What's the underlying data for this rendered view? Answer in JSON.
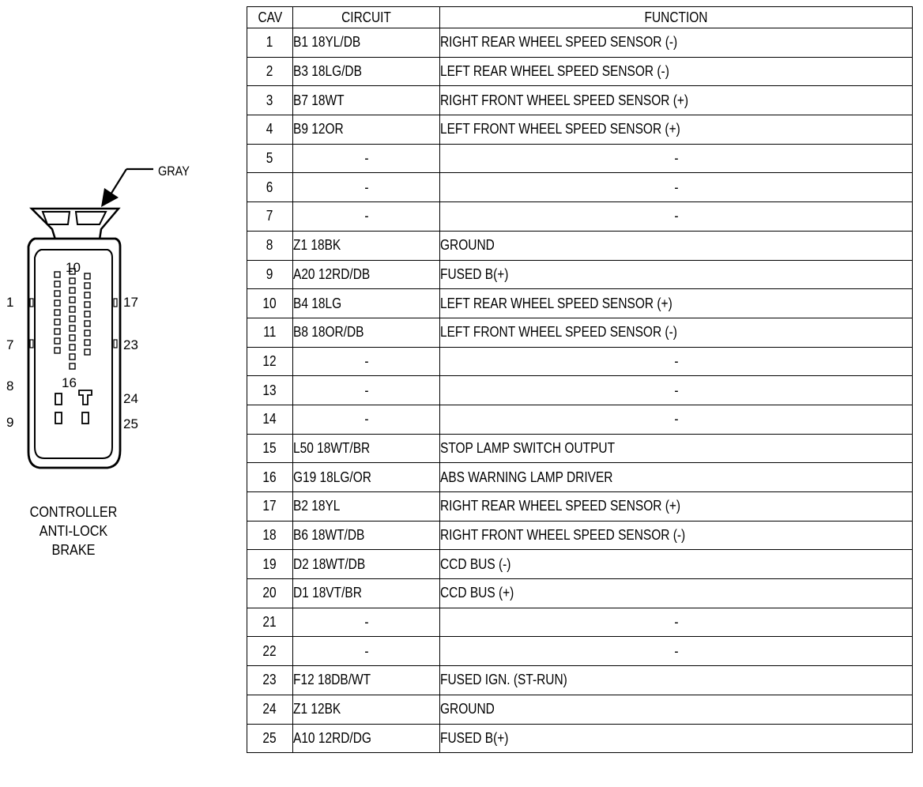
{
  "connector": {
    "color_label": "GRAY",
    "caption": [
      "CONTROLLER",
      "ANTI-LOCK",
      "BRAKE"
    ],
    "pin_labels": {
      "p1": "1",
      "p7": "7",
      "p8": "8",
      "p9": "9",
      "p10": "10",
      "p16": "16",
      "p17": "17",
      "p23": "23",
      "p24": "24",
      "p25": "25"
    }
  },
  "table": {
    "headers": {
      "cav": "CAV",
      "circuit": "CIRCUIT",
      "function": "FUNCTION"
    },
    "rows": [
      {
        "cav": "1",
        "circuit": "B1 18YL/DB",
        "function": "RIGHT REAR WHEEL SPEED SENSOR (-)"
      },
      {
        "cav": "2",
        "circuit": "B3 18LG/DB",
        "function": "LEFT REAR WHEEL SPEED SENSOR (-)"
      },
      {
        "cav": "3",
        "circuit": "B7 18WT",
        "function": "RIGHT FRONT WHEEL SPEED SENSOR (+)"
      },
      {
        "cav": "4",
        "circuit": "B9 12OR",
        "function": "LEFT FRONT WHEEL SPEED SENSOR (+)"
      },
      {
        "cav": "5",
        "circuit": "-",
        "function": "-"
      },
      {
        "cav": "6",
        "circuit": "-",
        "function": "-"
      },
      {
        "cav": "7",
        "circuit": "-",
        "function": "-"
      },
      {
        "cav": "8",
        "circuit": "Z1 18BK",
        "function": "GROUND"
      },
      {
        "cav": "9",
        "circuit": "A20 12RD/DB",
        "function": "FUSED B(+)"
      },
      {
        "cav": "10",
        "circuit": "B4 18LG",
        "function": "LEFT REAR WHEEL SPEED SENSOR (+)"
      },
      {
        "cav": "11",
        "circuit": "B8 18OR/DB",
        "function": "LEFT FRONT WHEEL SPEED SENSOR (-)"
      },
      {
        "cav": "12",
        "circuit": "-",
        "function": "-"
      },
      {
        "cav": "13",
        "circuit": "-",
        "function": "-"
      },
      {
        "cav": "14",
        "circuit": "-",
        "function": "-"
      },
      {
        "cav": "15",
        "circuit": "L50 18WT/BR",
        "function": "STOP LAMP SWITCH OUTPUT"
      },
      {
        "cav": "16",
        "circuit": "G19 18LG/OR",
        "function": "ABS WARNING LAMP DRIVER"
      },
      {
        "cav": "17",
        "circuit": "B2 18YL",
        "function": "RIGHT REAR WHEEL SPEED SENSOR (+)"
      },
      {
        "cav": "18",
        "circuit": "B6 18WT/DB",
        "function": "RIGHT FRONT WHEEL SPEED SENSOR (-)"
      },
      {
        "cav": "19",
        "circuit": "D2 18WT/DB",
        "function": "CCD BUS (-)"
      },
      {
        "cav": "20",
        "circuit": "D1 18VT/BR",
        "function": "CCD BUS (+)"
      },
      {
        "cav": "21",
        "circuit": "-",
        "function": "-"
      },
      {
        "cav": "22",
        "circuit": "-",
        "function": "-"
      },
      {
        "cav": "23",
        "circuit": "F12 18DB/WT",
        "function": "FUSED IGN. (ST-RUN)"
      },
      {
        "cav": "24",
        "circuit": "Z1 12BK",
        "function": "GROUND"
      },
      {
        "cav": "25",
        "circuit": "A10 12RD/DG",
        "function": "FUSED B(+)"
      }
    ]
  }
}
